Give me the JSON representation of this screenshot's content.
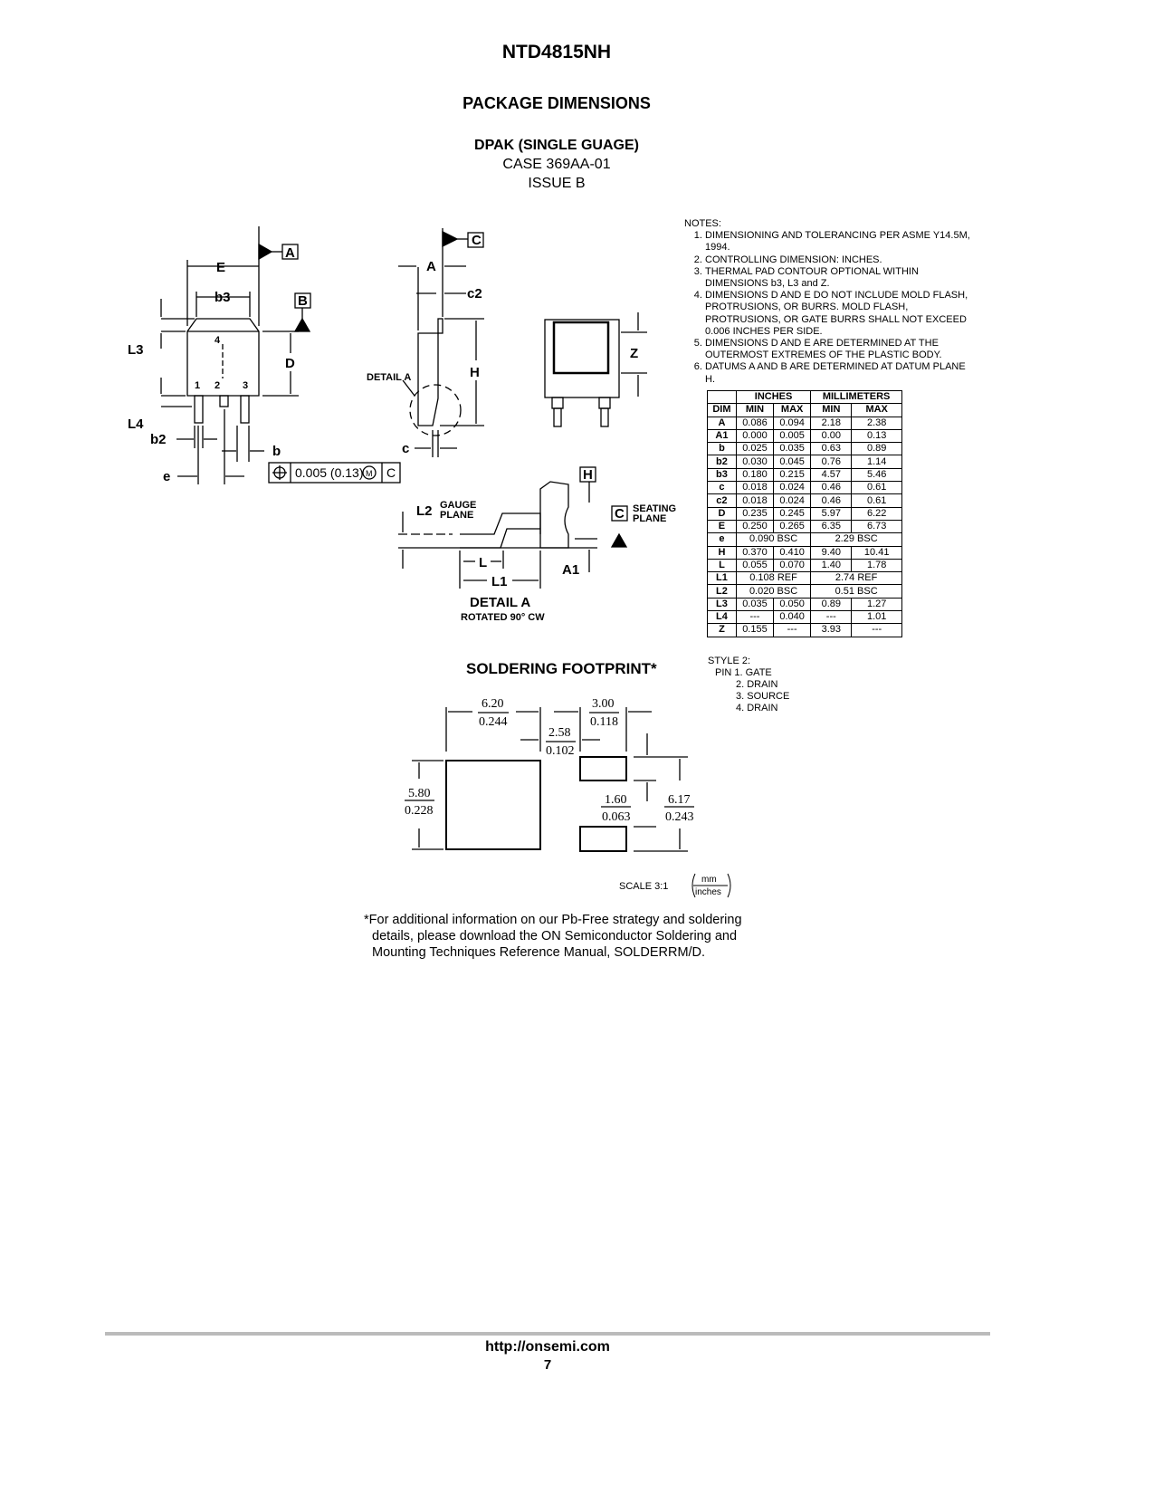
{
  "header": {
    "title": "NTD4815NH"
  },
  "section_title": "PACKAGE DIMENSIONS",
  "package": {
    "name": "DPAK (SINGLE GUAGE)",
    "case": "CASE 369AA-01",
    "issue": "ISSUE B"
  },
  "notes": {
    "heading": "NOTES:",
    "items": [
      "DIMENSIONING AND TOLERANCING PER ASME Y14.5M, 1994.",
      "CONTROLLING DIMENSION: INCHES.",
      "THERMAL PAD CONTOUR OPTIONAL WITHIN DIMENSIONS b3, L3 and Z.",
      "DIMENSIONS D AND E DO NOT INCLUDE MOLD FLASH, PROTRUSIONS, OR BURRS. MOLD FLASH, PROTRUSIONS, OR GATE BURRS SHALL NOT EXCEED 0.006 INCHES PER SIDE.",
      "DIMENSIONS D AND E ARE DETERMINED AT THE OUTERMOST EXTREMES OF THE PLASTIC BODY.",
      "DATUMS A AND B ARE DETERMINED AT DATUM PLANE H."
    ]
  },
  "table": {
    "group_inches": "INCHES",
    "group_mm": "MILLIMETERS",
    "headers": [
      "DIM",
      "MIN",
      "MAX",
      "MIN",
      "MAX"
    ],
    "rows": [
      [
        "A",
        "0.086",
        "0.094",
        "2.18",
        "2.38"
      ],
      [
        "A1",
        "0.000",
        "0.005",
        "0.00",
        "0.13"
      ],
      [
        "b",
        "0.025",
        "0.035",
        "0.63",
        "0.89"
      ],
      [
        "b2",
        "0.030",
        "0.045",
        "0.76",
        "1.14"
      ],
      [
        "b3",
        "0.180",
        "0.215",
        "4.57",
        "5.46"
      ],
      [
        "c",
        "0.018",
        "0.024",
        "0.46",
        "0.61"
      ],
      [
        "c2",
        "0.018",
        "0.024",
        "0.46",
        "0.61"
      ],
      [
        "D",
        "0.235",
        "0.245",
        "5.97",
        "6.22"
      ],
      [
        "E",
        "0.250",
        "0.265",
        "6.35",
        "6.73"
      ],
      [
        "e",
        "0.090 BSC",
        "",
        "2.29 BSC",
        ""
      ],
      [
        "H",
        "0.370",
        "0.410",
        "9.40",
        "10.41"
      ],
      [
        "L",
        "0.055",
        "0.070",
        "1.40",
        "1.78"
      ],
      [
        "L1",
        "0.108 REF",
        "",
        "2.74 REF",
        ""
      ],
      [
        "L2",
        "0.020 BSC",
        "",
        "0.51 BSC",
        ""
      ],
      [
        "L3",
        "0.035",
        "0.050",
        "0.89",
        "1.27"
      ],
      [
        "L4",
        "---",
        "0.040",
        "---",
        "1.01"
      ],
      [
        "Z",
        "0.155",
        "---",
        "3.93",
        "---"
      ]
    ]
  },
  "drawing": {
    "labels": {
      "E": "E",
      "A_datum": "A",
      "b3": "b3",
      "B_datum": "B",
      "L3": "L3",
      "D": "D",
      "L4": "L4",
      "b2": "b2",
      "b": "b",
      "e": "e",
      "pin4": "4",
      "pin1": "1",
      "pin2": "2",
      "pin3": "3",
      "A": "A",
      "C_datum": "C",
      "c2": "c2",
      "H": "H",
      "detail_a": "DETAIL A",
      "c": "c",
      "Z": "Z",
      "tolerance": "0.005 (0.13)",
      "tol_mod": "M",
      "tol_ref": "C",
      "H_datum": "H",
      "L2": "L2",
      "gauge": "GAUGE",
      "plane": "PLANE",
      "seating": "SEATING",
      "C_seat": "C",
      "L": "L",
      "L1": "L1",
      "A1": "A1",
      "detail_title": "DETAIL A",
      "rotated": "ROTATED 90° CW"
    }
  },
  "footprint": {
    "title": "SOLDERING FOOTPRINT*",
    "d1": [
      "6.20",
      "0.244"
    ],
    "d2": [
      "3.00",
      "0.118"
    ],
    "d3": [
      "2.58",
      "0.102"
    ],
    "d4": [
      "5.80",
      "0.228"
    ],
    "d5": [
      "1.60",
      "0.063"
    ],
    "d6": [
      "6.17",
      "0.243"
    ],
    "scale": "SCALE 3:1",
    "unit_top": "mm",
    "unit_bottom": "inches"
  },
  "style": {
    "heading": "STYLE 2:",
    "pins": [
      "PIN 1.  GATE",
      "2.  DRAIN",
      "3.  SOURCE",
      "4.  DRAIN"
    ]
  },
  "footnote": [
    "*For additional information on our Pb-Free strategy and soldering",
    "details, please download the ON Semiconductor Soldering and",
    "Mounting Techniques Reference Manual, SOLDERRM/D."
  ],
  "footer": {
    "url": "http://onsemi.com",
    "page": "7"
  }
}
